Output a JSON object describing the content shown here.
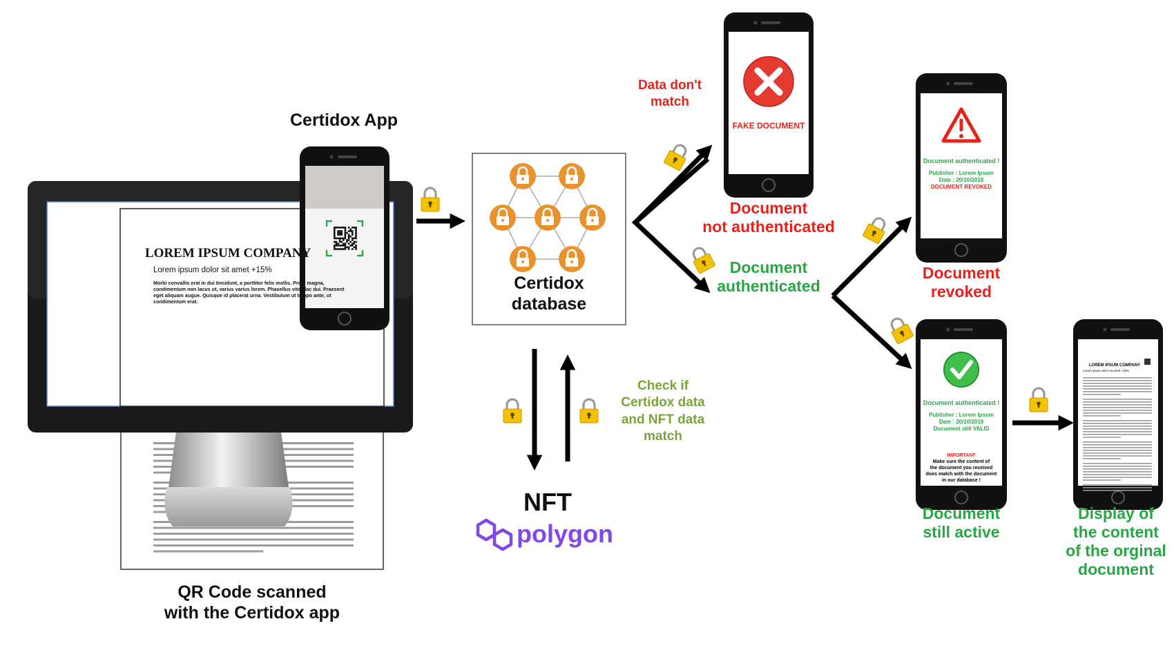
{
  "labels": {
    "certidox_app": "Certidox App",
    "qr_scanned_line1": "QR Code scanned",
    "qr_scanned_line2": "with the Certidox app",
    "certidox_db_line1": "Certidox",
    "certidox_db_line2": "database",
    "nft": "NFT",
    "polygon": "polygon",
    "check_line1": "Check if",
    "check_line2": "Certidox data",
    "check_line3": "and NFT data",
    "check_line4": "match",
    "data_dont_match_line1": "Data don't",
    "data_dont_match_line2": "match",
    "not_auth_line1": "Document",
    "not_auth_line2": "not authenticated",
    "auth_line1": "Document",
    "auth_line2": "authenticated",
    "revoked_line1": "Document",
    "revoked_line2": "revoked",
    "active_line1": "Document",
    "active_line2": "still active",
    "display_line1": "Display of",
    "display_line2": "the content",
    "display_line3": "of the orginal",
    "display_line4": "document"
  },
  "document": {
    "company": "LOREM IPSUM COMPANY",
    "subtitle": "Lorem ipsum dolor sit amet +15%",
    "para1": [
      "Morbi convallis erat in dui tincidunt, a porttitor felis mollis. Proin magna,",
      "condimentum non lacus ut, varius varius lorem. Phasellus vitae lac dui. Praesent",
      "eget aliquam augue. Quisque id placerat urna. Vestibulum ut tempo ante, ut",
      "condimentum erat."
    ]
  },
  "phones": {
    "fake": {
      "text": "FAKE DOCUMENT"
    },
    "revoked": {
      "title": "Document authenticated !",
      "publisher": "Publisher : Lorem Ipsum",
      "date": "Date : 20/10/2018",
      "status": "DOCUMENT REVOKED"
    },
    "active": {
      "title": "Document authenticated !",
      "publisher": "Publisher : Lorem Ipsum",
      "date": "Date : 20/10/2018",
      "status": "Document still VALID",
      "important": "IMPORTANT",
      "note1": "Make sure the content of",
      "note2": "the document you received",
      "note3": "does match with the document",
      "note4": "in our database !"
    },
    "original": {
      "company": "LOREM IPSUM COMPANY",
      "subtitle": "Lorem ipsum dolor sit amet +15%"
    }
  },
  "colors": {
    "red": "#e8221b",
    "green": "#27a744",
    "olive": "#7aa33a",
    "purple": "#8247e5",
    "orange": "#e8922e",
    "lock_yellow": "#f2c200"
  },
  "icons": [
    "lock-icon",
    "qr-code-icon",
    "error-x-icon",
    "warning-icon",
    "check-icon",
    "polygon-logo-icon",
    "arrow-icon"
  ]
}
